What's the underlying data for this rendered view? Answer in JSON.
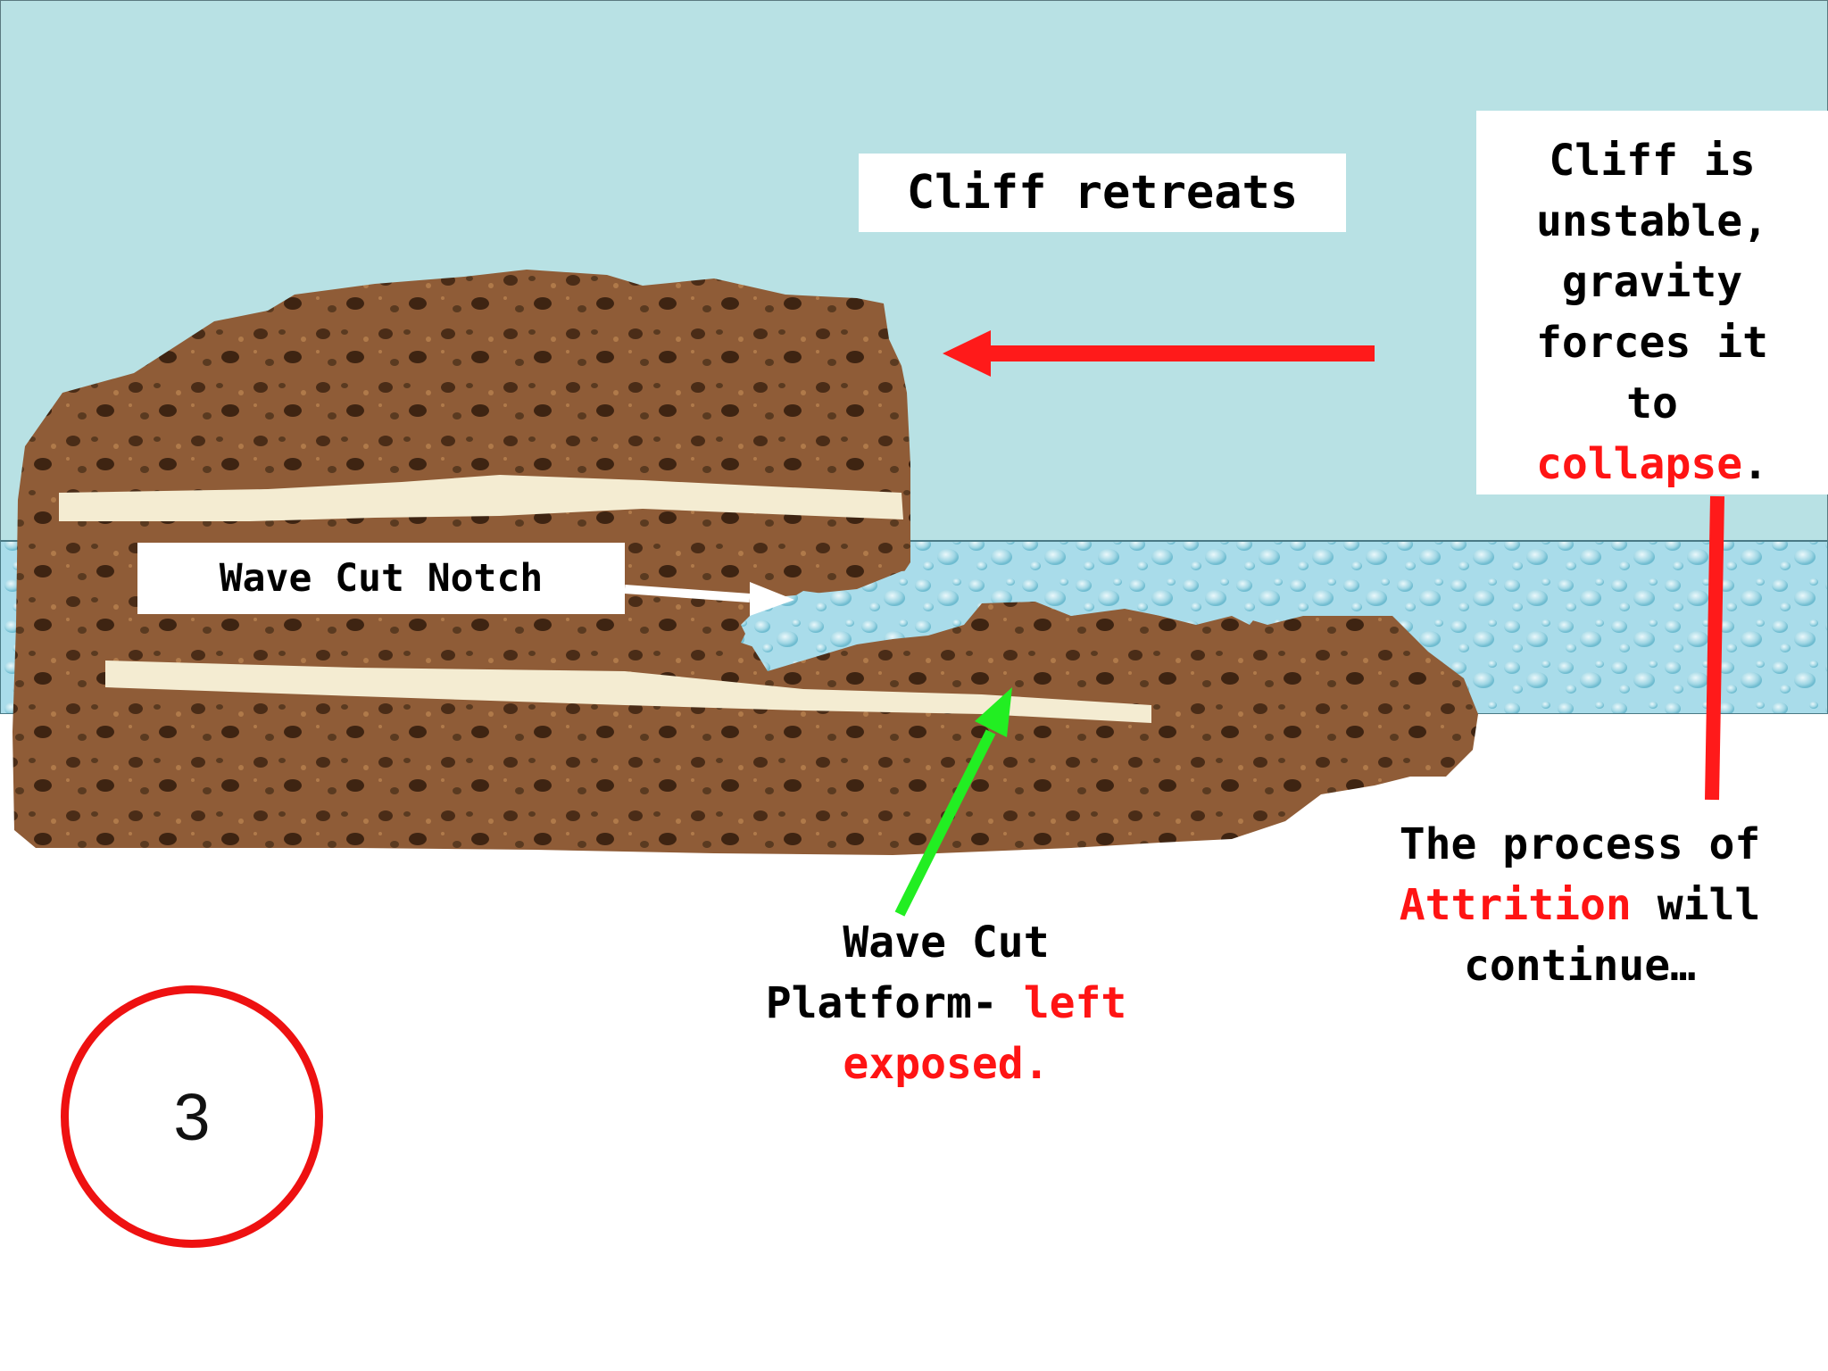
{
  "labels": {
    "cliff_retreats": "Cliff retreats",
    "collapse": {
      "line1": "Cliff is",
      "line2": "unstable,",
      "line3": "gravity",
      "line4": "forces it",
      "line5": "to",
      "highlight": "collapse",
      "end": "."
    },
    "wave_cut_notch": "Wave Cut Notch",
    "platform": {
      "line1": "Wave Cut",
      "line2_start": "Platform- ",
      "line2_highlight": "left",
      "line3_highlight": "exposed."
    },
    "attrition": {
      "line1": "The process of",
      "highlight": "Attrition",
      "line2_end": " will",
      "line3": "continue…"
    }
  },
  "step_number": "3",
  "colors": {
    "sky": "#b8e1e4",
    "sea": "#a9dcea",
    "cake": "#8b5a35",
    "cream": "#f4ecd2",
    "red_arrow": "#ff1a1a",
    "green_arrow": "#22ee22",
    "white_arrow": "#ffffff",
    "highlight_text": "#ff1414"
  }
}
